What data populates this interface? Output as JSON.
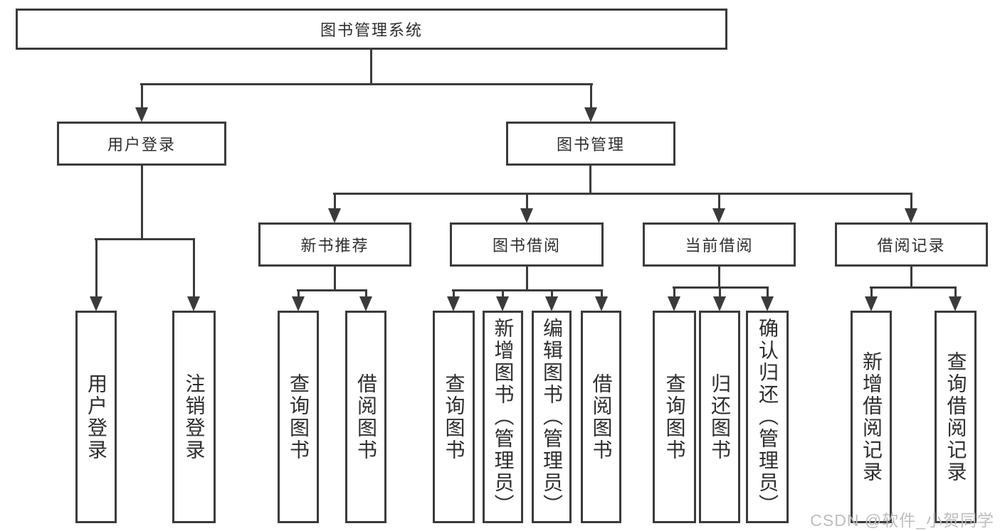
{
  "title": "图书管理系统",
  "watermark": "CSDN @软件_小贺同学",
  "colors": {
    "line": "#3b3b3b",
    "text": "#2e2e2e",
    "watermark": "#bdbdbd",
    "background": "#ffffff"
  },
  "root": {
    "label": "图书管理系统"
  },
  "branches": {
    "user": {
      "label": "用户登录",
      "children": [
        {
          "label": "用户登录"
        },
        {
          "label": "注销登录"
        }
      ]
    },
    "mgmt": {
      "label": "图书管理",
      "sections": [
        {
          "label": "新书推荐",
          "children": [
            {
              "label": "查询图书"
            },
            {
              "label": "借阅图书"
            }
          ]
        },
        {
          "label": "图书借阅",
          "children": [
            {
              "label": "查询图书"
            },
            {
              "label": "新增图书（管理员）"
            },
            {
              "label": "编辑图书（管理员）"
            },
            {
              "label": "借阅图书"
            }
          ]
        },
        {
          "label": "当前借阅",
          "children": [
            {
              "label": "查询图书"
            },
            {
              "label": "归还图书"
            },
            {
              "label": "确认归还（管理员）"
            }
          ]
        },
        {
          "label": "借阅记录",
          "children": [
            {
              "label": "新增借阅记录"
            },
            {
              "label": "查询借阅记录"
            }
          ]
        }
      ]
    }
  }
}
